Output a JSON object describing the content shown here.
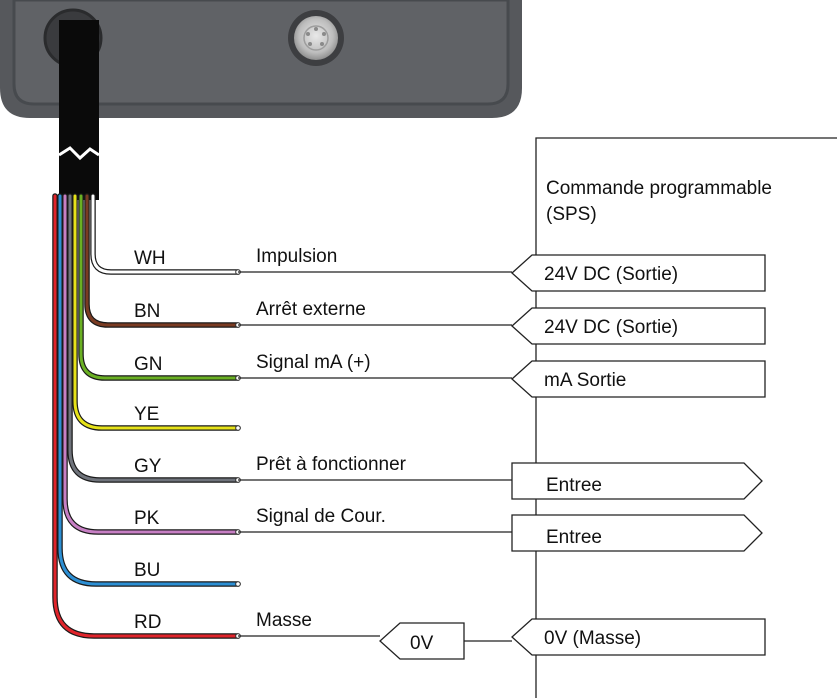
{
  "plc": {
    "title_line1": "Commande programmable",
    "title_line2": "(SPS)"
  },
  "wires": [
    {
      "code": "WH",
      "color": "#ffffff",
      "signal": "Impulsion",
      "plc_label": "24V DC (Sortie)"
    },
    {
      "code": "BN",
      "color": "#7a3b22",
      "signal": "Arrêt externe",
      "plc_label": "24V DC (Sortie)"
    },
    {
      "code": "GN",
      "color": "#6ab023",
      "signal": "Signal mA (+)",
      "plc_label": "mA Sortie"
    },
    {
      "code": "YE",
      "color": "#e6e219",
      "signal": "",
      "plc_label": ""
    },
    {
      "code": "GY",
      "color": "#6f737b",
      "signal": "Prêt à fonctionner",
      "plc_label": "Entree"
    },
    {
      "code": "PK",
      "color": "#c77fc4",
      "signal": "Signal de Cour.",
      "plc_label": "Entree"
    },
    {
      "code": "BU",
      "color": "#2c8fd4",
      "signal": "",
      "plc_label": ""
    },
    {
      "code": "RD",
      "color": "#e0242b",
      "signal": "Masse",
      "plc_label": "0V (Masse)"
    }
  ],
  "ground_tag": "0V",
  "colors": {
    "housing": "#56585c",
    "cable": "#0a0a0a",
    "line": "#222222"
  }
}
